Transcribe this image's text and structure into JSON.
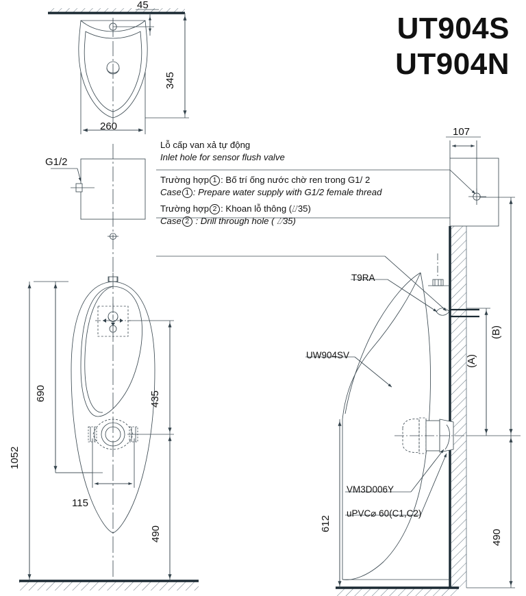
{
  "title": {
    "model_1": "UT904S",
    "model_2": "UT904N"
  },
  "notes": {
    "heading_vi": "Lỗ cấp van xả tự động",
    "heading_en": "Inlet hole for sensor flush valve",
    "case1_vi_a": "Trường hợp",
    "case1_vi_num": "1",
    "case1_vi_b": ": Bố trí ống nước chờ ren trong G1/ 2",
    "case1_en_a": "Case",
    "case1_en_num": "1",
    "case1_en_b": ": Prepare water supply with G1/2 female thread",
    "case2_vi_a": "Trường hợp",
    "case2_vi_num": "2",
    "case2_vi_b": ": Khoan lỗ thông (⌰35)",
    "case2_en_a": "Case",
    "case2_en_num": "2",
    "case2_en_b": " : Drill through hole ( ⌰35)"
  },
  "top_view": {
    "dim_offset": "45",
    "dim_depth": "345",
    "dim_width": "260"
  },
  "detail_view": {
    "thread_label": "G1/2"
  },
  "front_view": {
    "dim_total_height": "1052",
    "dim_body_height": "690",
    "dim_sensor_height": "435",
    "dim_bolt_spacing": "115",
    "dim_drain_height": "490"
  },
  "side_view": {
    "dim_wall_offset": "107",
    "dim_height_a": "(A)",
    "dim_height_b": "(B)",
    "dim_body_height": "612",
    "dim_drain_height": "490",
    "label_trap": "T9RA",
    "label_bowl": "UW904SV",
    "label_bracket": "VM3D006Y",
    "label_pipe": "uPVC⌀ 60(C1,C2)"
  },
  "colors": {
    "line": "#3c4a52",
    "line_dark": "#1b2a33",
    "text": "#111111",
    "hatch": "#6b7a85"
  }
}
